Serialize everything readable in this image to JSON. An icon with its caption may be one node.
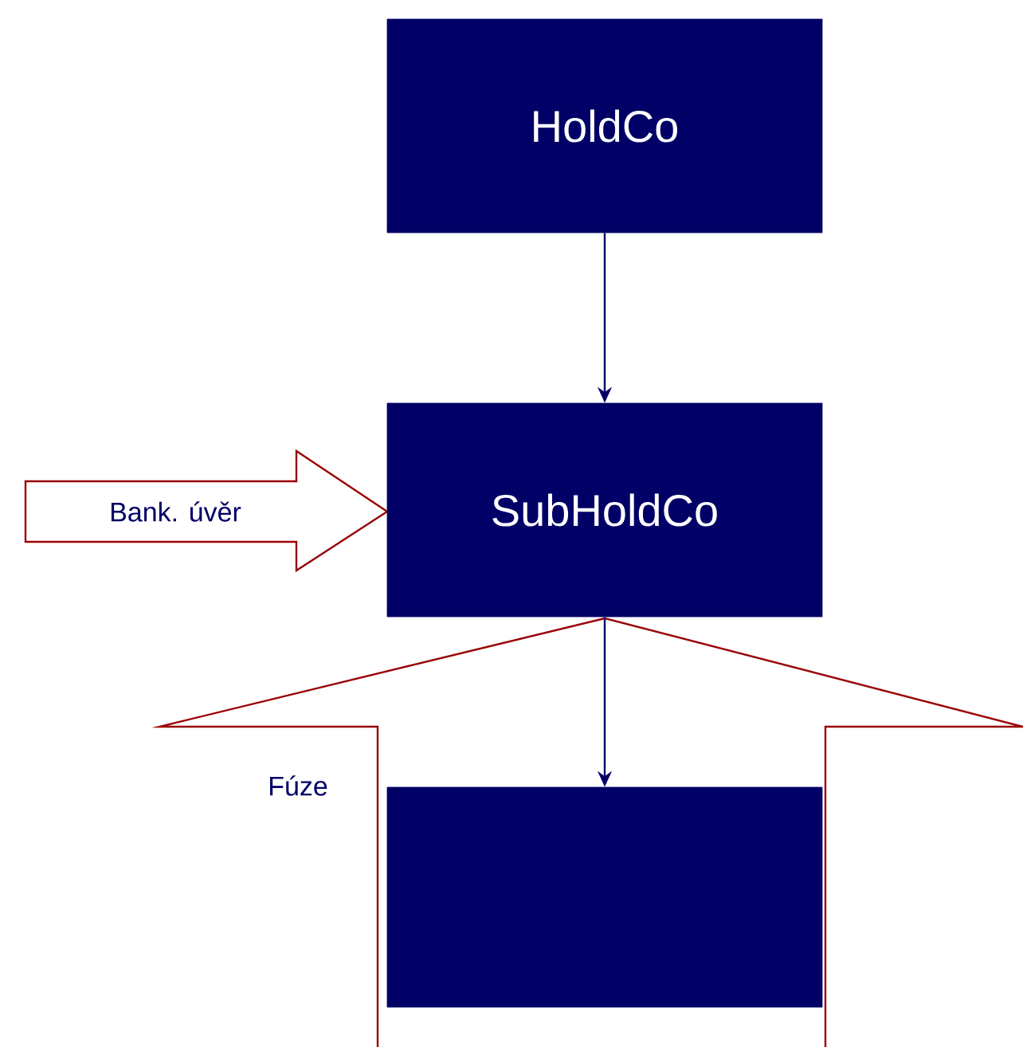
{
  "diagram": {
    "nodes": [
      {
        "text": [
          "HoldCo"
        ]
      },
      {
        "text": [
          "Bank. úvěr"
        ]
      },
      {
        "text": [
          "SubHoldCo"
        ]
      },
      {
        "text": [
          "Fúze"
        ]
      },
      {
        "text": [],
        "shape": "box",
        "in": 3
      }
    ],
    "edges": [
      {
        "from": 0,
        "to": 2,
        "arrow": "to"
      },
      {
        "from": 2,
        "to": 4,
        "arrow": "to"
      }
    ]
  }
}
